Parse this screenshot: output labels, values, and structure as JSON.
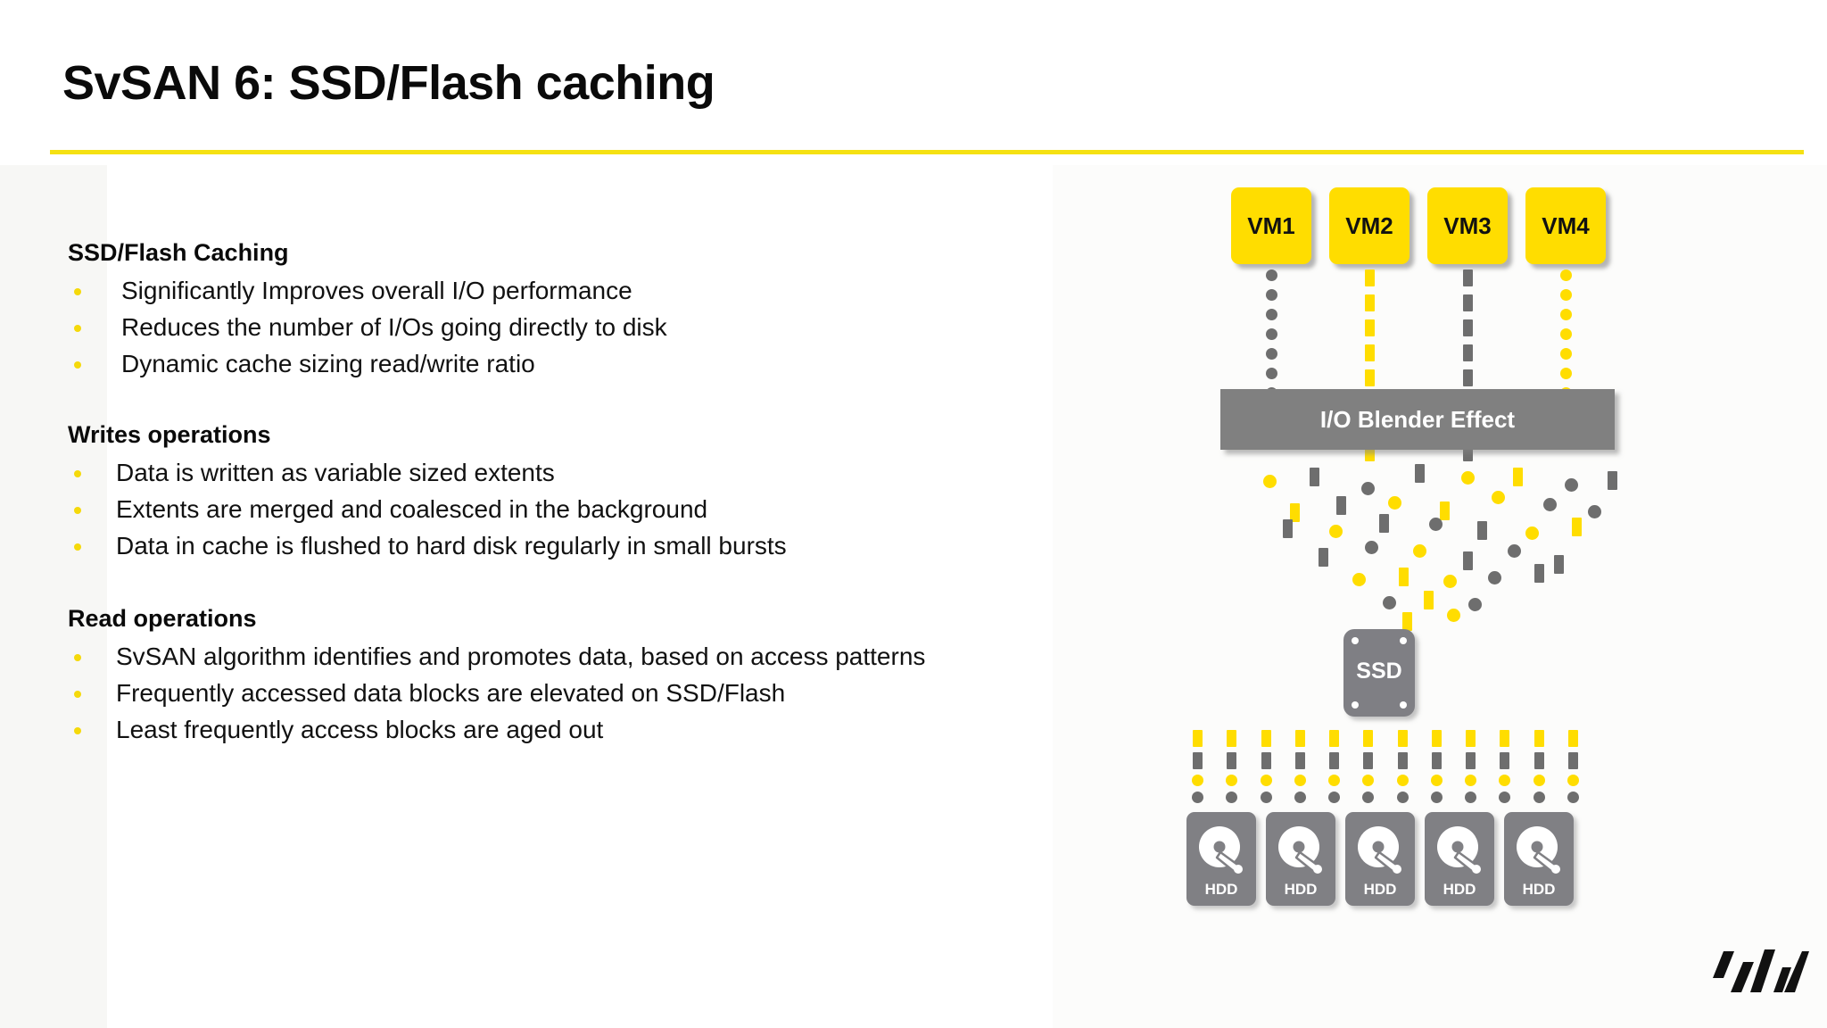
{
  "slide": {
    "title": "SvSAN 6: SSD/Flash caching",
    "accent_color": "#f5e113",
    "background_color": "#ffffff"
  },
  "content": {
    "blocks": [
      {
        "heading": "SSD/Flash Caching",
        "bullets": [
          "Significantly Improves overall I/O performance",
          "Reduces the number of I/Os going directly to disk",
          "Dynamic cache sizing read/write ratio"
        ]
      },
      {
        "heading": "Writes operations",
        "bullets": [
          "Data is written as variable sized extents",
          "Extents are merged and coalesced in the background",
          "Data in cache is flushed to hard disk regularly in small bursts"
        ]
      },
      {
        "heading": "Read operations",
        "bullets": [
          "SvSAN algorithm identifies and promotes data, based on access patterns",
          "Frequently accessed data blocks are elevated on SSD/Flash",
          "Least frequently access blocks are aged out"
        ]
      }
    ]
  },
  "diagram": {
    "vms": [
      {
        "label": "VM1",
        "stream_shape": "circle",
        "stream_color": "gray"
      },
      {
        "label": "VM2",
        "stream_shape": "rect",
        "stream_color": "yellow"
      },
      {
        "label": "VM3",
        "stream_shape": "rect",
        "stream_color": "gray"
      },
      {
        "label": "VM4",
        "stream_shape": "circle",
        "stream_color": "yellow"
      }
    ],
    "blender_label": "I/O Blender Effect",
    "ssd_label": "SSD",
    "hdds": [
      {
        "label": "HDD"
      },
      {
        "label": "HDD"
      },
      {
        "label": "HDD"
      },
      {
        "label": "HDD"
      },
      {
        "label": "HDD"
      }
    ],
    "colors": {
      "vm_yellow": "#ffdd00",
      "io_yellow": "#ffdd00",
      "io_gray": "#6e6e6e",
      "blender_gray": "#808080",
      "ssd_gray": "#7f7f84",
      "hdd_gray": "#808084"
    },
    "stream_dot_count": 8,
    "grid_columns": 12,
    "grid_row_order": [
      "yellow-rect",
      "gray-rect",
      "yellow-circle",
      "gray-circle"
    ]
  },
  "brand": {
    "logo_name": "stormagic-slash-logo",
    "logo_color": "#111111",
    "logo_bars": 5
  }
}
